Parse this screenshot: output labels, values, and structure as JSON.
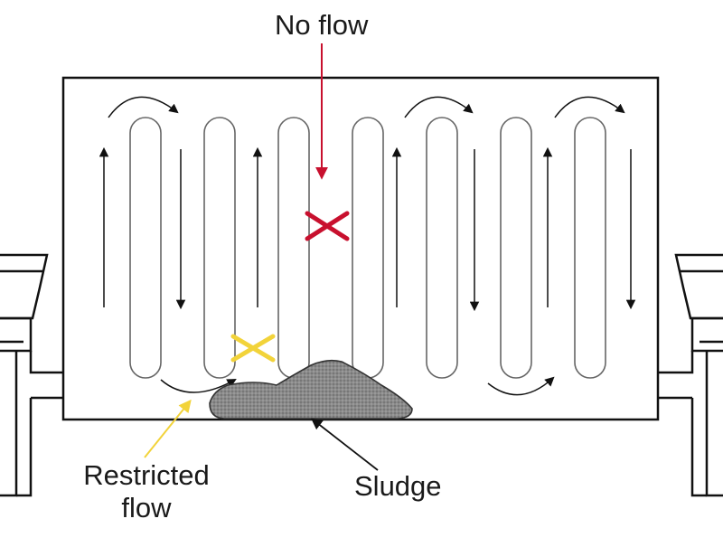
{
  "labels": {
    "no_flow": "No flow",
    "restricted_flow_line1": "Restricted",
    "restricted_flow_line2": "flow",
    "sludge": "Sludge"
  },
  "colors": {
    "outline": "#111111",
    "no_flow_marker": "#c8102e",
    "restricted_marker": "#f2d33a",
    "restricted_pointer": "#f2d33a",
    "sludge_fill": "#7a7a7a"
  },
  "icons": {
    "blocked": "x-mark-icon",
    "flow_direction": "arrow-icon"
  }
}
